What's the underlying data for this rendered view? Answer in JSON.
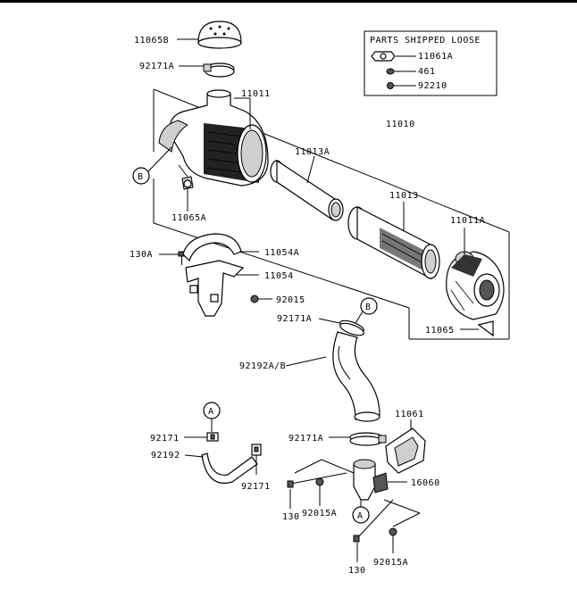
{
  "box": {
    "title": "PARTS SHIPPED LOOSE",
    "items": [
      "11061A",
      "461",
      "92210"
    ]
  },
  "labels": {
    "l_11065B": "11065B",
    "l_92171A_top": "92171A",
    "l_11011": "11011",
    "l_11010": "11010",
    "l_11013A": "11013A",
    "l_11013": "11013",
    "l_11011A": "11011A",
    "l_11065A": "11065A",
    "l_130A": "130A",
    "l_11054A": "11054A",
    "l_11054": "11054",
    "l_92015": "92015",
    "l_92171A_mid": "92171A",
    "l_11065": "11065",
    "l_92192AB": "92192A/B",
    "l_11061": "11061",
    "l_92171": "92171",
    "l_92171A_low": "92171A",
    "l_92192": "92192",
    "l_16060": "16060",
    "l_92171_b": "92171",
    "l_130_a": "130",
    "l_92015A_a": "92015A",
    "l_130_b": "130",
    "l_92015A_b": "92015A"
  },
  "callouts": {
    "b1": "B",
    "b2": "B",
    "a1": "A",
    "a2": "A"
  }
}
